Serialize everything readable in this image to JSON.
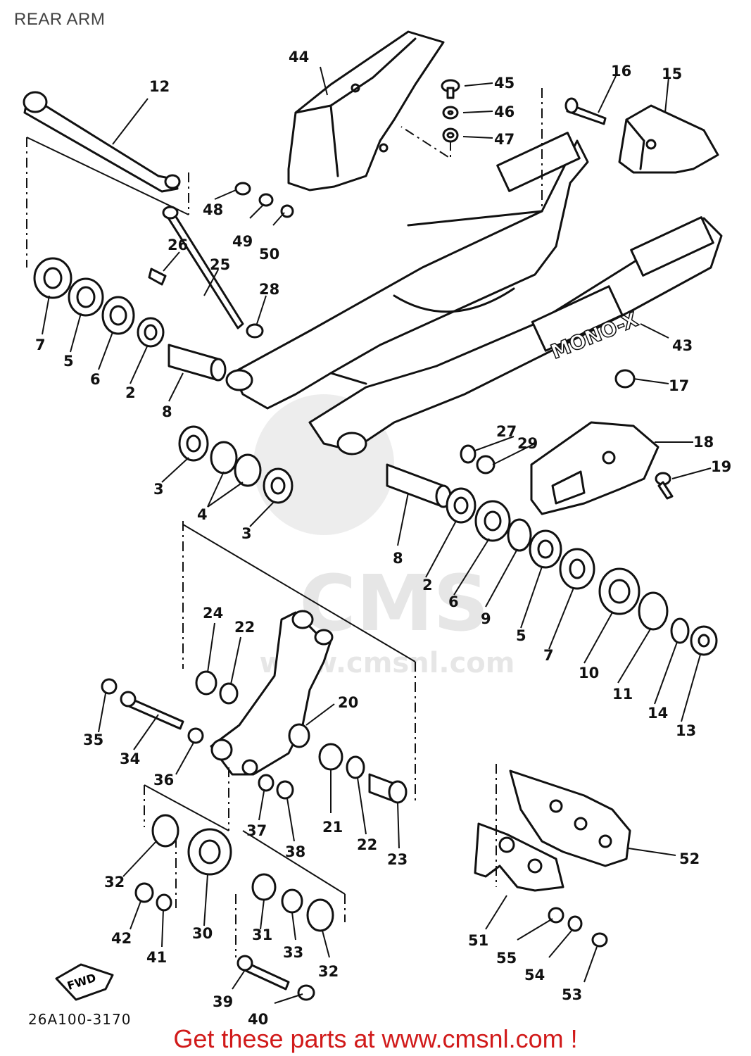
{
  "page_title": "REAR ARM",
  "watermark": {
    "big": "CMS",
    "url": "www.cmsnl.com"
  },
  "arm_text": "MONO-X",
  "front_marker": "FWD",
  "doc_code": "26A100-3170",
  "promo_text": "Get these parts at www.cmsnl.com !",
  "callouts": [
    {
      "id": "n12",
      "text": "12"
    },
    {
      "id": "n44",
      "text": "44"
    },
    {
      "id": "n45",
      "text": "45"
    },
    {
      "id": "n46",
      "text": "46"
    },
    {
      "id": "n47",
      "text": "47"
    },
    {
      "id": "n16",
      "text": "16"
    },
    {
      "id": "n15",
      "text": "15"
    },
    {
      "id": "n48",
      "text": "48"
    },
    {
      "id": "n49",
      "text": "49"
    },
    {
      "id": "n50",
      "text": "50"
    },
    {
      "id": "n26",
      "text": "26"
    },
    {
      "id": "n25",
      "text": "25"
    },
    {
      "id": "n28",
      "text": "28"
    },
    {
      "id": "n7a",
      "text": "7"
    },
    {
      "id": "n5a",
      "text": "5"
    },
    {
      "id": "n6a",
      "text": "6"
    },
    {
      "id": "n2a",
      "text": "2"
    },
    {
      "id": "n8a",
      "text": "8"
    },
    {
      "id": "n43",
      "text": "43"
    },
    {
      "id": "n17",
      "text": "17"
    },
    {
      "id": "n27",
      "text": "27"
    },
    {
      "id": "n29",
      "text": "29"
    },
    {
      "id": "n18",
      "text": "18"
    },
    {
      "id": "n19",
      "text": "19"
    },
    {
      "id": "n3a",
      "text": "3"
    },
    {
      "id": "n4",
      "text": "4"
    },
    {
      "id": "n3b",
      "text": "3"
    },
    {
      "id": "n8b",
      "text": "8"
    },
    {
      "id": "n2b",
      "text": "2"
    },
    {
      "id": "n6b",
      "text": "6"
    },
    {
      "id": "n9",
      "text": "9"
    },
    {
      "id": "n5b",
      "text": "5"
    },
    {
      "id": "n7b",
      "text": "7"
    },
    {
      "id": "n10",
      "text": "10"
    },
    {
      "id": "n11",
      "text": "11"
    },
    {
      "id": "n14",
      "text": "14"
    },
    {
      "id": "n13",
      "text": "13"
    },
    {
      "id": "n24",
      "text": "24"
    },
    {
      "id": "n22a",
      "text": "22"
    },
    {
      "id": "n20",
      "text": "20"
    },
    {
      "id": "n35",
      "text": "35"
    },
    {
      "id": "n34",
      "text": "34"
    },
    {
      "id": "n36",
      "text": "36"
    },
    {
      "id": "n37",
      "text": "37"
    },
    {
      "id": "n38",
      "text": "38"
    },
    {
      "id": "n21",
      "text": "21"
    },
    {
      "id": "n22b",
      "text": "22"
    },
    {
      "id": "n23",
      "text": "23"
    },
    {
      "id": "n32a",
      "text": "32"
    },
    {
      "id": "n30",
      "text": "30"
    },
    {
      "id": "n31",
      "text": "31"
    },
    {
      "id": "n33",
      "text": "33"
    },
    {
      "id": "n32b",
      "text": "32"
    },
    {
      "id": "n42",
      "text": "42"
    },
    {
      "id": "n41",
      "text": "41"
    },
    {
      "id": "n39",
      "text": "39"
    },
    {
      "id": "n40",
      "text": "40"
    },
    {
      "id": "n52",
      "text": "52"
    },
    {
      "id": "n51",
      "text": "51"
    },
    {
      "id": "n55",
      "text": "55"
    },
    {
      "id": "n54",
      "text": "54"
    },
    {
      "id": "n53",
      "text": "53"
    }
  ],
  "colors": {
    "promo": "#d11a1a",
    "ink": "#111111",
    "watermark": "#e6e6e6"
  }
}
